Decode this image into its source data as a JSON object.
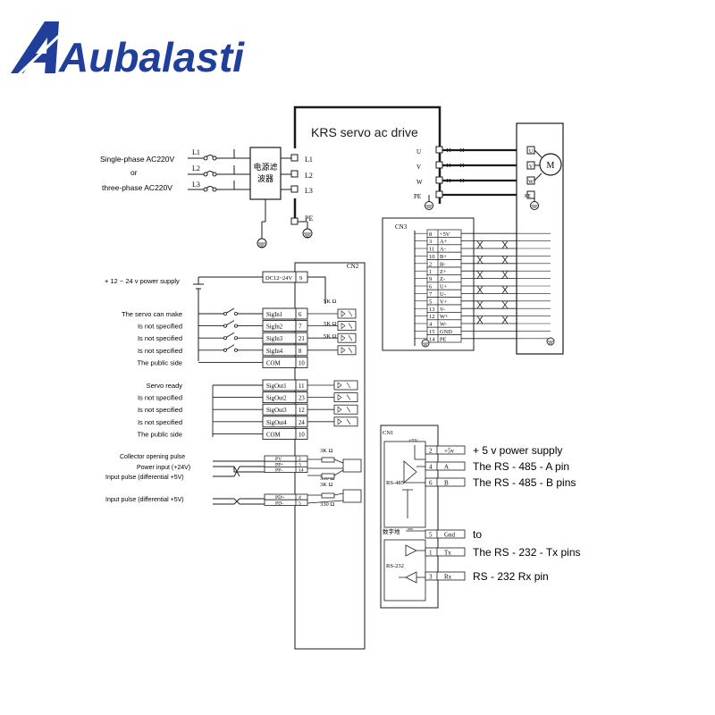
{
  "brand": {
    "name": "Aubalasti",
    "color": "#1f3f9a"
  },
  "drive_title": "KRS servo ac drive",
  "power": {
    "label_single": "Single-phase AC220V",
    "label_or": "or",
    "label_three": "three-phase AC220V",
    "inputs": [
      "L1",
      "L2",
      "L3"
    ],
    "filter_line1": "电源滤",
    "filter_line2": "波器",
    "drive_terminals": [
      "L1",
      "L2",
      "L3"
    ],
    "pe": "PE"
  },
  "motor": {
    "outputs": [
      "U",
      "V",
      "W",
      "PE"
    ],
    "motor_terminals": [
      "U",
      "V",
      "W",
      "PE"
    ],
    "motor_letter": "M"
  },
  "cn3": {
    "title": "CN3",
    "pins": [
      {
        "num": "8",
        "name": "+5V"
      },
      {
        "num": "3",
        "name": "A+"
      },
      {
        "num": "11",
        "name": "A-"
      },
      {
        "num": "10",
        "name": "B+"
      },
      {
        "num": "2",
        "name": "B-"
      },
      {
        "num": "1",
        "name": "Z+"
      },
      {
        "num": "9",
        "name": "Z-"
      },
      {
        "num": "6",
        "name": "U+"
      },
      {
        "num": "7",
        "name": "U-"
      },
      {
        "num": "5",
        "name": "V+"
      },
      {
        "num": "13",
        "name": "V-"
      },
      {
        "num": "12",
        "name": "W+"
      },
      {
        "num": "4",
        "name": "W-"
      },
      {
        "num": "15",
        "name": "GND"
      },
      {
        "num": "14",
        "name": "PE"
      }
    ]
  },
  "cn2": {
    "title": "CN2",
    "supply_label": "+ 12 ~ 24 v power supply",
    "supply_pin": {
      "name": "DC12~24V",
      "num": "9"
    },
    "resistor": "5K Ω",
    "inputs": [
      {
        "label": "The servo can make",
        "name": "SigIn1",
        "num": "6"
      },
      {
        "label": "Is not specified",
        "name": "SigIn2",
        "num": "7"
      },
      {
        "label": "Is not specified",
        "name": "SigIn3",
        "num": "21"
      },
      {
        "label": "Is not specified",
        "name": "SigIn4",
        "num": "8"
      },
      {
        "label": "The public side",
        "name": "COM",
        "num": "10"
      }
    ],
    "outputs": [
      {
        "label": "Servo ready",
        "name": "SigOut1",
        "num": "11"
      },
      {
        "label": "Is not specified",
        "name": "SigOut2",
        "num": "23"
      },
      {
        "label": "Is not specified",
        "name": "SigOut3",
        "num": "12"
      },
      {
        "label": "Is not specified",
        "name": "SigOut4",
        "num": "24"
      },
      {
        "label": "The public side",
        "name": "COM",
        "num": "10"
      }
    ],
    "pulse_labels": [
      "Collector opening pulse",
      "Power input (+24V)",
      "Input pulse (differential +5V)"
    ],
    "pulse_pins": [
      {
        "name": "PV",
        "num": "2"
      },
      {
        "name": "PP+",
        "num": "3"
      },
      {
        "name": "PP-",
        "num": "14"
      }
    ],
    "dir_label": "Input pulse (differential +5V)",
    "dir_pins": [
      {
        "name": "PD+",
        "num": "4"
      },
      {
        "name": "PD-",
        "num": "5"
      }
    ],
    "r3k": "3K Ω",
    "r330": "330 Ω"
  },
  "cn1": {
    "title": "CN1",
    "plus5": "+5V",
    "rs485": "RS-485",
    "rs232": "RS-232",
    "digital_ground": "数字地",
    "pins": [
      {
        "num": "2",
        "name": "+5v",
        "label": "+ 5 v power supply"
      },
      {
        "num": "4",
        "name": "A",
        "label": "The RS - 485 - A pin"
      },
      {
        "num": "6",
        "name": "B",
        "label": "The RS - 485 - B pins"
      },
      {
        "num": "5",
        "name": "Gnd",
        "label": "to"
      },
      {
        "num": "1",
        "name": "Tx",
        "label": "The RS - 232 - Tx pins"
      },
      {
        "num": "3",
        "name": "Rx",
        "label": "RS - 232 Rx pin"
      }
    ]
  }
}
